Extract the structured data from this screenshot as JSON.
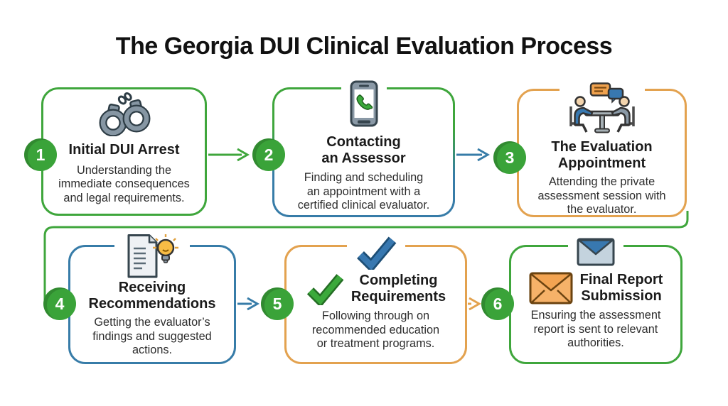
{
  "title": "The Georgia DUI Clinical Evaluation Process",
  "colors": {
    "green": "#3FA63C",
    "blue": "#377CA8",
    "orange": "#E3A24F",
    "badge_green": "#3AA339",
    "text_dark": "#1b1b1b"
  },
  "connectors": {
    "arrow_1_to_2": "green",
    "arrow_2_to_3": "blue",
    "wrap_3_to_4": "green",
    "arrow_4_to_5": "blue",
    "arrow_5_to_6": "orange"
  },
  "steps": [
    {
      "number": "1",
      "icon": "handcuffs-icon",
      "border_color": "green",
      "title_lines": [
        "Initial DUI Arrest"
      ],
      "desc_lines": [
        "Understanding the",
        "immediate consequences",
        "and legal requirements."
      ]
    },
    {
      "number": "2",
      "icon": "phone-call-icon",
      "border_color": "green-to-blue",
      "title_lines": [
        "Contacting",
        "an Assessor"
      ],
      "desc_lines": [
        "Finding and scheduling",
        "an appointment with a",
        "certified clinical evaluator."
      ]
    },
    {
      "number": "3",
      "icon": "meeting-icon",
      "border_color": "orange",
      "title_lines": [
        "The Evaluation",
        "Appointment"
      ],
      "desc_lines": [
        "Attending the private",
        "assessment session with",
        "the evaluator."
      ]
    },
    {
      "number": "4",
      "icon": "document-lightbulb-icon",
      "border_color": "blue",
      "title_lines": [
        "Receiving",
        "Recommendations"
      ],
      "desc_lines": [
        "Getting the evaluator’s",
        "findings and suggested",
        "actions."
      ]
    },
    {
      "number": "5",
      "icon": "double-checkmark-icon",
      "border_color": "orange",
      "title_lines": [
        "Completing",
        "Requirements"
      ],
      "desc_lines": [
        "Following through on",
        "recommended education",
        "or treatment programs."
      ]
    },
    {
      "number": "6",
      "icon": "envelopes-icon",
      "border_color": "green",
      "title_lines": [
        "Final Report",
        "Submission"
      ],
      "desc_lines": [
        "Ensuring the assessment",
        "report is sent to relevant",
        "authorities."
      ]
    }
  ]
}
